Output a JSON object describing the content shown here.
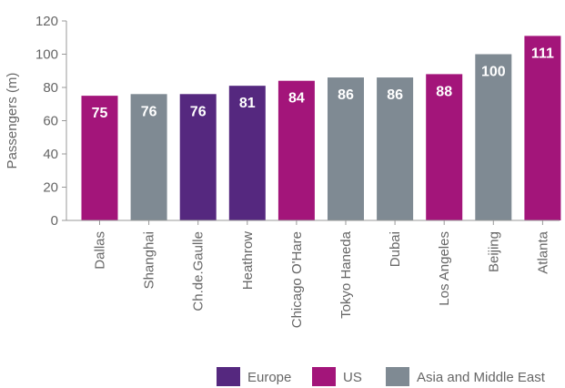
{
  "chart_data": {
    "type": "bar",
    "categories": [
      "Dallas",
      "Shanghai",
      "Ch.de.Gaulle",
      "Heathrow",
      "Chicago O'Hare",
      "Tokyo Haneda",
      "Dubai",
      "Los Angeles",
      "Beijing",
      "Atlanta"
    ],
    "values": [
      75,
      76,
      76,
      81,
      84,
      86,
      86,
      88,
      100,
      111
    ],
    "groups": [
      "US",
      "Asia and Middle East",
      "Europe",
      "Europe",
      "US",
      "Asia and Middle East",
      "Asia and Middle East",
      "US",
      "Asia and Middle East",
      "US"
    ],
    "value_labels": [
      "75",
      "76",
      "76",
      "81",
      "84",
      "86",
      "86",
      "88",
      "100",
      "111"
    ],
    "ylabel": "Passengers (m)",
    "xlabel": "",
    "title": "",
    "ylim": [
      0,
      120
    ],
    "yticks": [
      0,
      20,
      40,
      60,
      80,
      100,
      120
    ],
    "grid": false,
    "legend": {
      "placement": "bottom-right",
      "entries": [
        {
          "name": "Europe",
          "color": "#55287f"
        },
        {
          "name": "US",
          "color": "#a3157a"
        },
        {
          "name": "Asia and Middle East",
          "color": "#7f8a93"
        }
      ]
    },
    "colors": {
      "Europe": "#55287f",
      "US": "#a3157a",
      "Asia and Middle East": "#7f8a93",
      "axis": "#999999",
      "text": "#666666",
      "label_text": "#ffffff"
    }
  }
}
